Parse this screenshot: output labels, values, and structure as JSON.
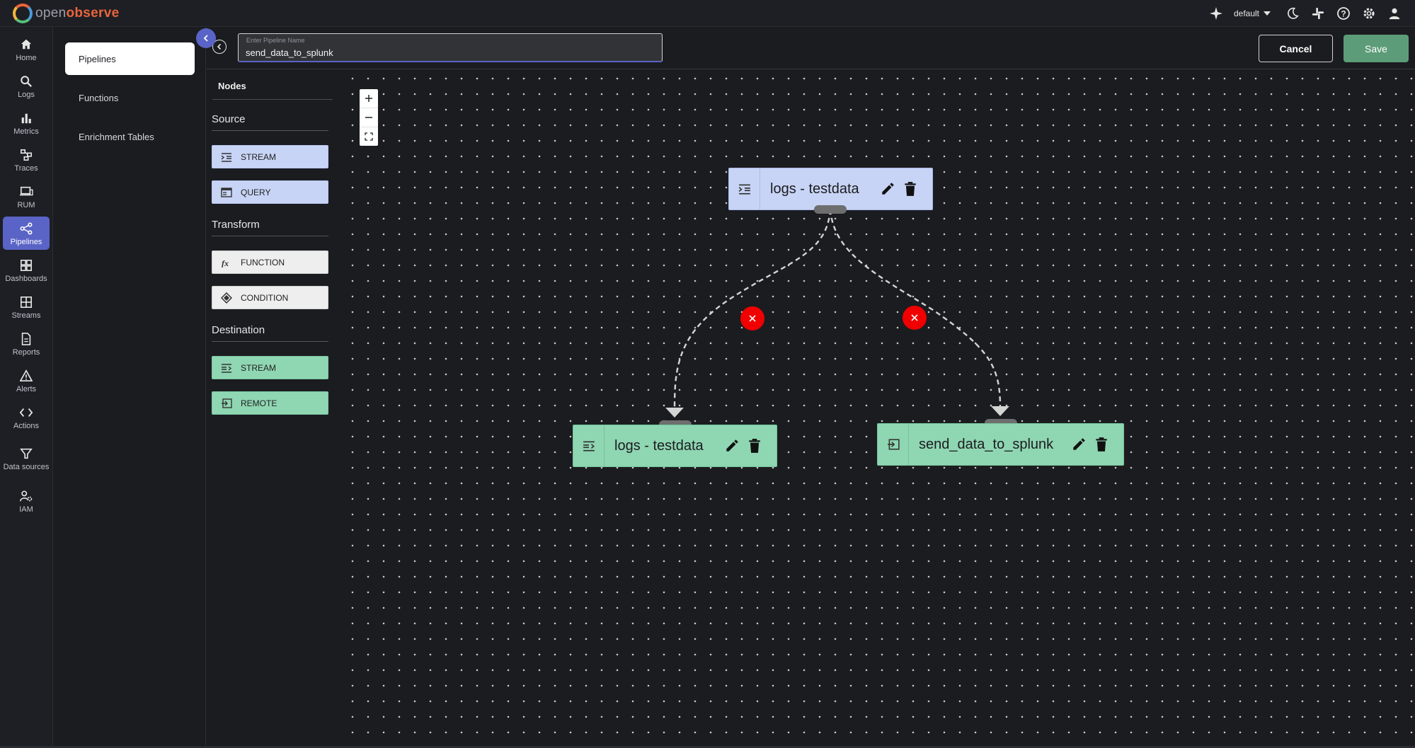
{
  "app": {
    "logo_open": "open",
    "logo_observe": "observe",
    "org": "default"
  },
  "nav": [
    {
      "label": "Home",
      "icon": "home-icon"
    },
    {
      "label": "Logs",
      "icon": "search-icon"
    },
    {
      "label": "Metrics",
      "icon": "bar-chart-icon"
    },
    {
      "label": "Traces",
      "icon": "traces-icon"
    },
    {
      "label": "RUM",
      "icon": "devices-icon"
    },
    {
      "label": "Pipelines",
      "icon": "pipeline-icon"
    },
    {
      "label": "Dashboards",
      "icon": "dashboard-icon"
    },
    {
      "label": "Streams",
      "icon": "grid-icon"
    },
    {
      "label": "Reports",
      "icon": "document-icon"
    },
    {
      "label": "Alerts",
      "icon": "warning-icon"
    },
    {
      "label": "Actions",
      "icon": "code-icon"
    },
    {
      "label": "Data sources",
      "icon": "filter-icon"
    },
    {
      "label": "IAM",
      "icon": "user-gear-icon"
    }
  ],
  "subnav": [
    "Pipelines",
    "Functions",
    "Enrichment Tables"
  ],
  "header": {
    "name_placeholder": "Enter Pipeline Name",
    "name_value": "send_data_to_splunk",
    "cancel": "Cancel",
    "save": "Save"
  },
  "palette": {
    "tab": "Nodes",
    "source_title": "Source",
    "source": [
      "STREAM",
      "QUERY"
    ],
    "transform_title": "Transform",
    "transform": [
      "FUNCTION",
      "CONDITION"
    ],
    "destination_title": "Destination",
    "destination": [
      "STREAM",
      "REMOTE"
    ]
  },
  "canvas": {
    "source_node": "logs - testdata",
    "dest_node_1": "logs - testdata",
    "dest_node_2": "send_data_to_splunk"
  },
  "colors": {
    "accent": "#5a64c6",
    "save": "#5c9c78",
    "source_node": "#c8d4f5",
    "dest_node": "#8fd6b2",
    "edge_delete": "#f00000"
  }
}
